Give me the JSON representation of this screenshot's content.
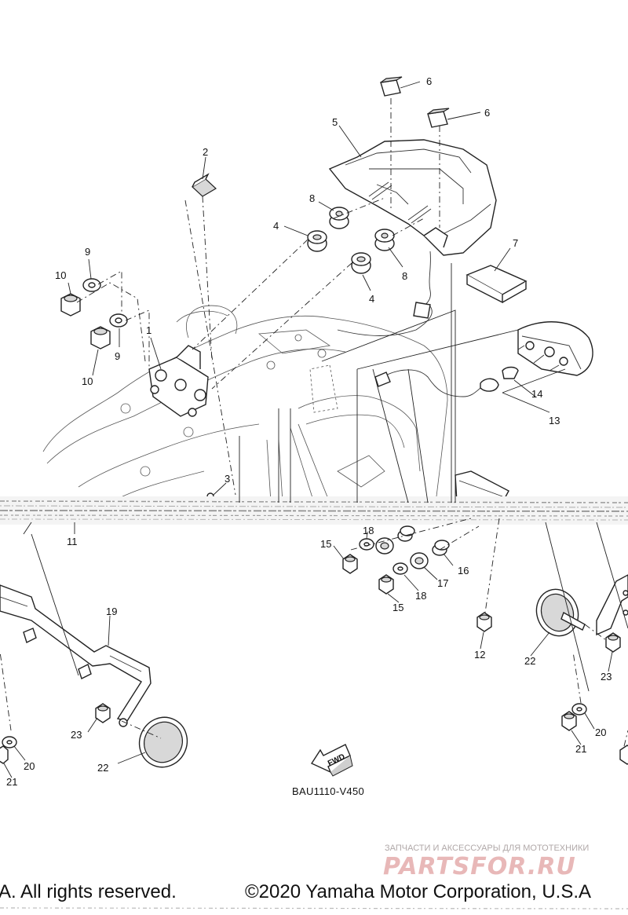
{
  "diagram": {
    "code": "BAU1110-V450",
    "fwd_label": "FWD",
    "footer_left": "A. All rights reserved.",
    "footer_right": "©2020 Yamaha Motor Corporation, U.S.A",
    "watermark_top": "ЗАПЧАСТИ И АКСЕССУАРЫ ДЛЯ МОТОТЕХНИКИ",
    "watermark_brand": "PARTSFOR.RU",
    "callouts": {
      "c1": "1",
      "c2": "2",
      "c3": "3",
      "c4a": "4",
      "c4b": "4",
      "c5": "5",
      "c6a": "6",
      "c6b": "6",
      "c7": "7",
      "c8a": "8",
      "c8b": "8",
      "c9a": "9",
      "c9b": "9",
      "c10a": "10",
      "c10b": "10",
      "c11": "11",
      "c12": "12",
      "c13": "13",
      "c14": "14",
      "c15a": "15",
      "c15b": "15",
      "c16": "16",
      "c17": "17",
      "c18a": "18",
      "c18b": "18",
      "c19": "19",
      "c20a": "20",
      "c20b": "20",
      "c21a": "21",
      "c21b": "21",
      "c22a": "22",
      "c22b": "22",
      "c23a": "23",
      "c23b": "23"
    }
  }
}
